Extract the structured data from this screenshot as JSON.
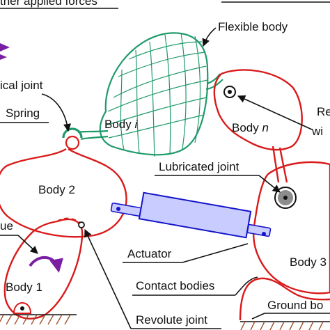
{
  "labels": {
    "other_forces": "ther applied forces",
    "flexible_body": "Flexible body",
    "spherical_joint": "ical joint",
    "spring": "Spring",
    "body_i_word": "Body ",
    "body_i_index": "i",
    "body_n_word": "Body ",
    "body_n_index": "n",
    "body_2": "Body 2",
    "lubricated_joint": "Lubricated joint",
    "revolute_frag_1": "Re",
    "revolute_frag_2": "wi",
    "torque_frag": "ue",
    "actuator": "Actuator",
    "body_1": "Body 1",
    "body_3": "Body 3",
    "contact_bodies": "Contact bodies",
    "ground_body": "Ground bo",
    "revolute_joint": "Revolute joint"
  },
  "colors": {
    "body_outline": "#d91a1a",
    "flexible_mesh": "#1f9a6a",
    "actuator_fill": "#c9ccff",
    "actuator_stroke": "#1414c8",
    "torque_arrow": "#7a1fa2",
    "ground_hatch": "#a0522d",
    "joint_fill": "#8c8c8c"
  }
}
